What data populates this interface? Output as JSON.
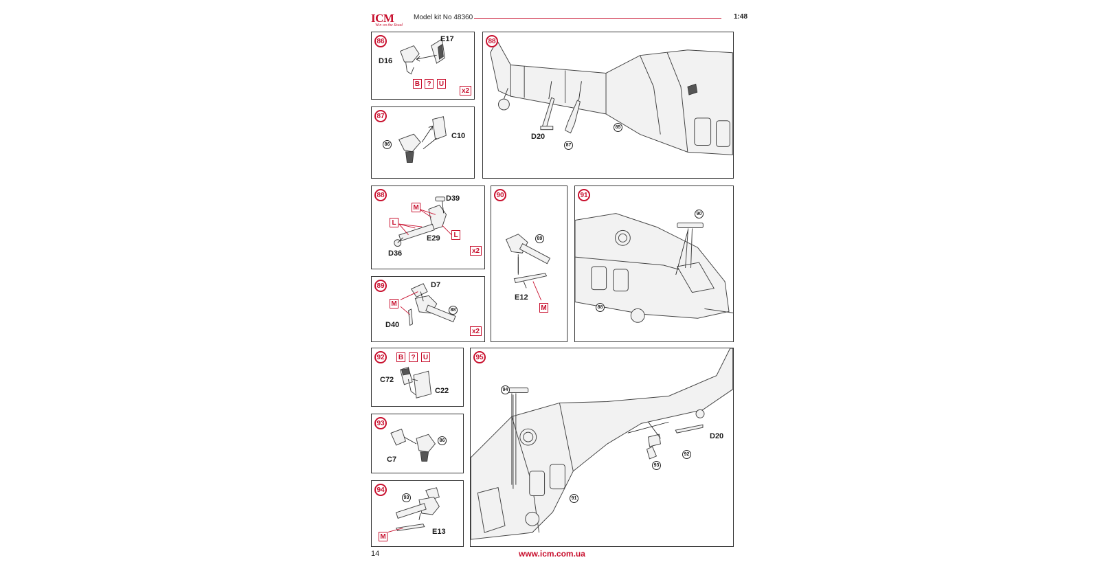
{
  "header": {
    "brand": "ICM",
    "slogan": "Win on the Road",
    "kit_label": "Model kit No 48360",
    "scale": "1:48"
  },
  "footer": {
    "page_number": "14",
    "url": "www.icm.com.ua"
  },
  "colors": {
    "accent": "#c8102e",
    "line": "#333333"
  },
  "steps": {
    "s86": {
      "number": "86",
      "parts": {
        "e17": "E17",
        "d16": "D16"
      },
      "paints": [
        "B",
        "?",
        "U"
      ],
      "qty": "x2"
    },
    "s87": {
      "number": "87",
      "parts": {
        "c10": "C10"
      },
      "ref": "86"
    },
    "s88a": {
      "number": "88",
      "parts": {
        "d20": "D20"
      },
      "refs": {
        "r87": "87",
        "r85": "85"
      }
    },
    "s88b": {
      "number": "88",
      "parts": {
        "d39": "D39",
        "e29": "E29",
        "d36": "D36"
      },
      "paints": {
        "m": "M",
        "l1": "L",
        "l2": "L"
      },
      "qty": "x2"
    },
    "s89": {
      "number": "89",
      "parts": {
        "d7": "D7",
        "d40": "D40"
      },
      "paints": {
        "m": "M"
      },
      "ref": "88",
      "qty": "x2"
    },
    "s90": {
      "number": "90",
      "parts": {
        "e12": "E12"
      },
      "paints": {
        "m": "M"
      },
      "ref": "89"
    },
    "s91": {
      "number": "91",
      "refs": {
        "r90": "90",
        "r88": "88"
      }
    },
    "s92": {
      "number": "92",
      "parts": {
        "c72": "C72",
        "c22": "C22"
      },
      "paints": [
        "B",
        "?",
        "U"
      ]
    },
    "s93": {
      "number": "93",
      "parts": {
        "c7": "C7"
      },
      "ref": "86"
    },
    "s94": {
      "number": "94",
      "parts": {
        "e13": "E13"
      },
      "paints": {
        "m": "M"
      },
      "ref": "93"
    },
    "s95": {
      "number": "95",
      "parts": {
        "d20": "D20"
      },
      "refs": {
        "r94": "94",
        "r93": "93",
        "r92": "92",
        "r91": "91"
      }
    }
  }
}
